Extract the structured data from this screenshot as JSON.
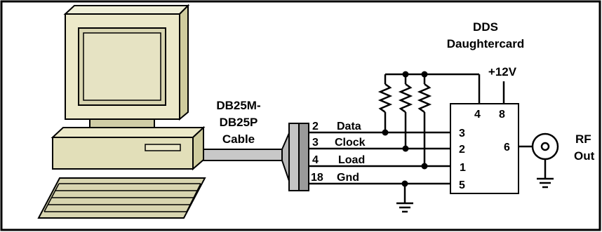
{
  "cable": {
    "line1": "DB25M-",
    "line2": "DB25P",
    "line3": "Cable"
  },
  "card": {
    "line1": "DDS",
    "line2": "Daughtercard"
  },
  "power": {
    "label": "+12V"
  },
  "output": {
    "line1": "RF",
    "line2": "Out"
  },
  "signals": [
    {
      "pin": "2",
      "name": "Data",
      "card_pin": "3"
    },
    {
      "pin": "3",
      "name": "Clock",
      "card_pin": "2"
    },
    {
      "pin": "4",
      "name": "Load",
      "card_pin": "1"
    },
    {
      "pin": "18",
      "name": "Gnd",
      "card_pin": "5"
    }
  ],
  "card_pins": {
    "vcc_pull": "4",
    "vcc": "8",
    "out": "6"
  }
}
